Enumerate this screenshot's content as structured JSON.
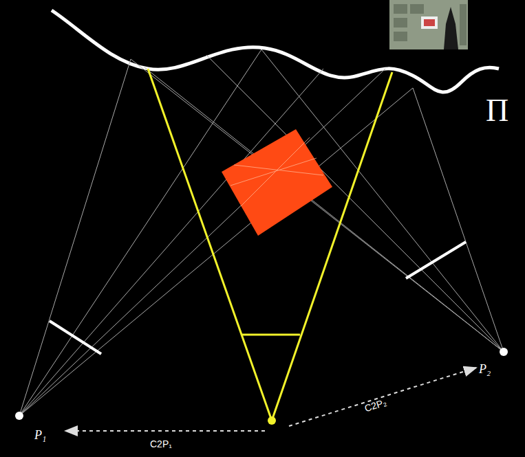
{
  "diagram": {
    "labels": [
      "Π",
      "P₁",
      "P₂",
      "C2P₁",
      "C2P₂"
    ]
  }
}
